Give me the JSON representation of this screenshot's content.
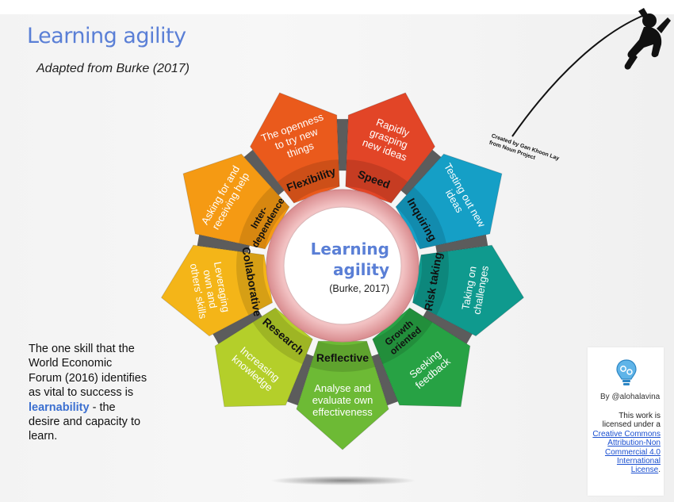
{
  "header": {
    "title": "Learning agility",
    "subtitle": "Adapted from Burke (2017)"
  },
  "center": {
    "title_line1": "Learning",
    "title_line2": "agility",
    "citation": "(Burke, 2017)"
  },
  "segments": [
    {
      "label": "Flexibility",
      "desc": [
        "The openness",
        "to try new",
        "things"
      ],
      "color": "#ea5a1c"
    },
    {
      "label": "Speed",
      "desc": [
        "Rapidly",
        "grasping",
        "new ideas"
      ],
      "color": "#e24527"
    },
    {
      "label": "Inquiring",
      "desc": [
        "Testing out new",
        "ideas"
      ],
      "color": "#159fc6"
    },
    {
      "label": "Risk taking",
      "desc": [
        "Taking on",
        "challenges"
      ],
      "color": "#0f9a8e"
    },
    {
      "label": [
        "Growth",
        "oriented"
      ],
      "desc": [
        "Seeking",
        "feedback"
      ],
      "color": "#27a244"
    },
    {
      "label": "Reflective",
      "desc": [
        "Analyse and",
        "evaluate own",
        "effectiveness"
      ],
      "color": "#6dba35"
    },
    {
      "label": "Research",
      "desc": [
        "Increasing",
        "knowledge"
      ],
      "color": "#b4cf2a"
    },
    {
      "label": "Collaborative",
      "desc": [
        "Leveraging",
        "own and",
        "others' skills"
      ],
      "color": "#f4b518"
    },
    {
      "label": [
        "Inter-",
        "dependence"
      ],
      "desc": [
        "Asking for and",
        "receiving help"
      ],
      "color": "#f59a13"
    }
  ],
  "side_text": {
    "before": "The one skill that the World Economic Forum (2016) identifies as vital to success is ",
    "highlight": "learnability",
    "after": " - the desire and capacity to learn."
  },
  "credit": {
    "line1": "Created by Gan Khoon Lay",
    "line2": "from Noun Project"
  },
  "license": {
    "by": "By @alohalavina",
    "text": "This work is licensed under a ",
    "link": "Creative Commons Attribution-Non Commercial 4.0 International License",
    "end": "."
  },
  "colors": {
    "title": "#5a7fd6",
    "highlight": "#3b6fd0",
    "ring": "#e8a9ab",
    "link": "#1a4fd0"
  },
  "icons": {
    "climber": "rope-climber-icon",
    "license": "lightbulb-gears-icon"
  }
}
